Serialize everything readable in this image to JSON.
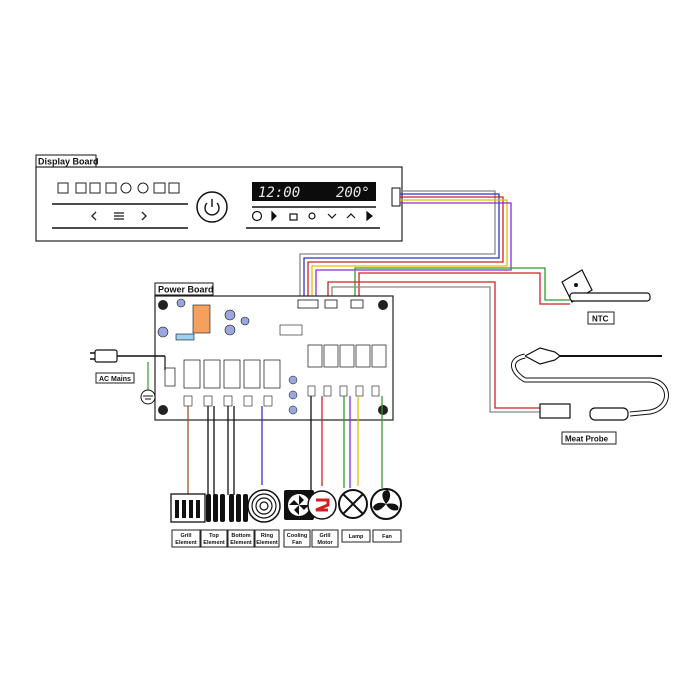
{
  "display_board": {
    "title": "Display Board",
    "screen_time": "12:00",
    "screen_temp": "200°",
    "nav_icons": [
      "chevron-left",
      "menu",
      "chevron-right"
    ],
    "touch_icons": [
      "timer",
      "bell",
      "lock",
      "light",
      "down",
      "up",
      "play"
    ]
  },
  "power_board": {
    "title": "Power Board"
  },
  "connections": {
    "ac_mains": "AC Mains",
    "ntc": "NTC",
    "meat_probe": "Meat Probe"
  },
  "components": [
    {
      "label": "Grill\nElement",
      "icon": "grill-element"
    },
    {
      "label": "Top\nElement",
      "icon": "top-element"
    },
    {
      "label": "Bottom\nElement",
      "icon": "bottom-element"
    },
    {
      "label": "Ring\nElement",
      "icon": "ring-element"
    },
    {
      "label": "Cooling\nFan",
      "icon": "cooling-fan"
    },
    {
      "label": "Grill\nMotor",
      "icon": "grill-motor"
    },
    {
      "label": "Lamp",
      "icon": "lamp"
    },
    {
      "label": "Fan",
      "icon": "fan"
    }
  ],
  "colors": {
    "wire_blue": "#2a35d0",
    "wire_green": "#2e9e2e",
    "wire_red": "#d02222",
    "wire_yellow": "#e0c000",
    "wire_purple": "#8a2be2",
    "wire_grey": "#888888",
    "wire_black": "#111111",
    "wire_brown": "#a0522d"
  }
}
